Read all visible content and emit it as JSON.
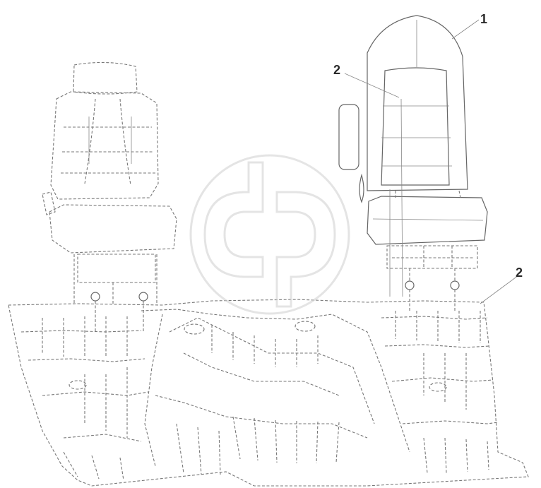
{
  "callouts": {
    "one": "1",
    "two_upper": "2",
    "two_lower": "2"
  },
  "colors": {
    "line": "#777777",
    "watermark": "#cfcfcf"
  }
}
